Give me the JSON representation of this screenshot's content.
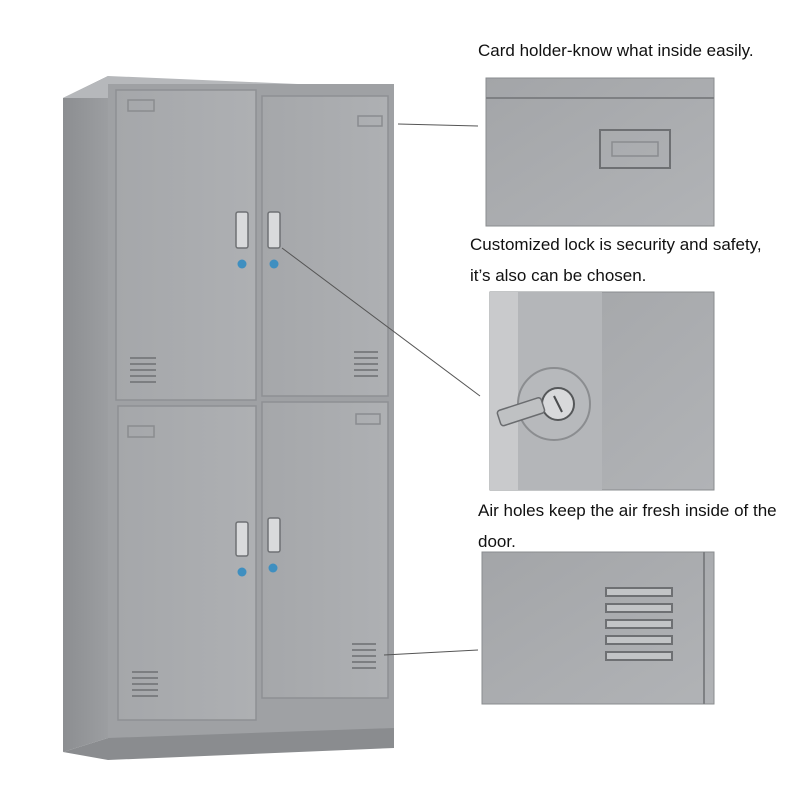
{
  "captions": {
    "card_holder": "Card holder-know what inside easily.",
    "lock_line1": "Customized lock is security and safety,",
    "lock_line2": "it’s also can be chosen.",
    "air_line1": "Air holes keep the air fresh inside of the",
    "air_line2": "door."
  },
  "colors": {
    "cabinet_body": "#9a9c9f",
    "cabinet_door": "#a9abae",
    "cabinet_shadow": "#7f8184",
    "lock_blue": "#3f8fc0",
    "callout_line": "#555555"
  },
  "icons": {
    "lock": "keyhole-lock-icon",
    "vent": "air-vent-icon",
    "card_holder": "card-holder-icon"
  }
}
